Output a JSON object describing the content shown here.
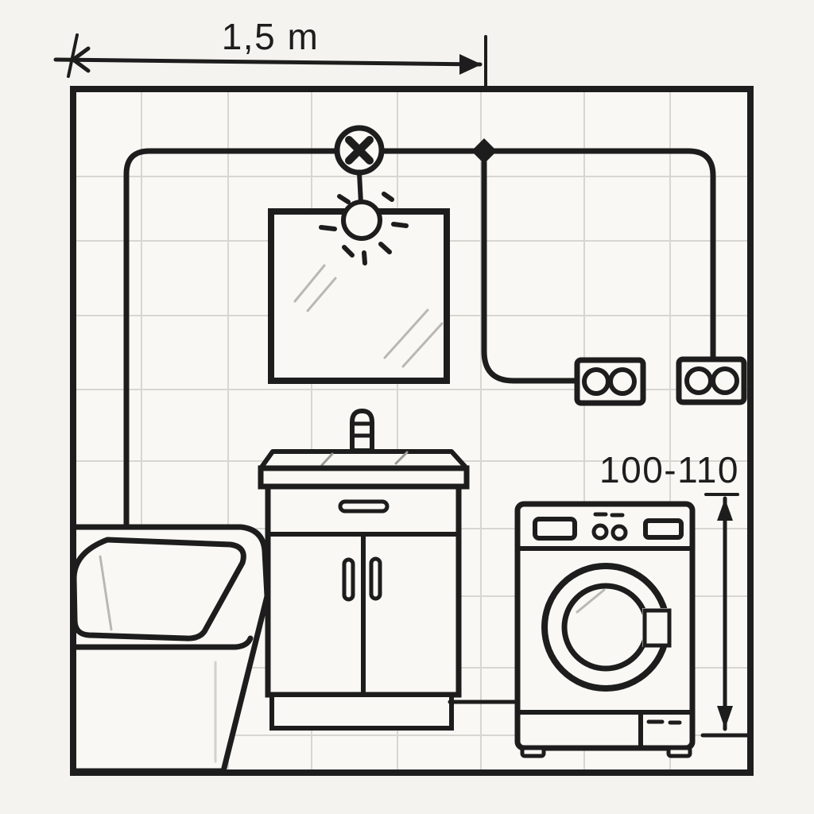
{
  "page": {
    "background": "#f4f3ef"
  },
  "colors": {
    "ink": "#1d1d1d",
    "paper": "#f9f8f4",
    "tile_line": "#d8d6d1",
    "faint_line": "#b9b8b3"
  },
  "dimensions": {
    "width_label": "1,5 m",
    "height_label": "100-110"
  },
  "symbols": {
    "ceiling_lamp": "circle-with-cross-lamp-symbol",
    "wall_light": "bulb-with-rays-symbol",
    "junction": "solid-diamond-junction-node",
    "left_socket": "double-socket-outlet-symbol",
    "right_socket": "double-socket-outlet-symbol"
  },
  "fixtures": [
    "bathtub",
    "mirror",
    "washbasin-vanity-cabinet",
    "washing-machine"
  ]
}
